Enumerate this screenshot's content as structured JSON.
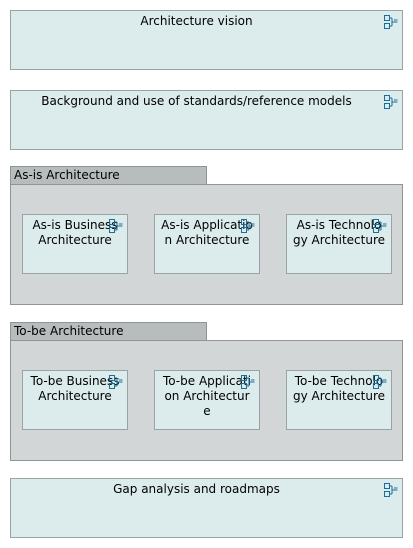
{
  "vision": {
    "label": "Architecture vision"
  },
  "standards": {
    "label": "Background and use of standards/reference models"
  },
  "asis": {
    "title": "As-is Architecture",
    "items": [
      {
        "label": "As-is Business Architecture"
      },
      {
        "label": "As-is Application Architecture"
      },
      {
        "label": "As-is Technology Architecture"
      }
    ]
  },
  "tobe": {
    "title": "To-be Architecture",
    "items": [
      {
        "label": "To-be Business Architecture"
      },
      {
        "label": "To-be Application Architecture"
      },
      {
        "label": "To-be Technology Architecture"
      }
    ]
  },
  "gap": {
    "label": "Gap analysis and roadmaps"
  },
  "icon": "composition-icon",
  "colors": {
    "element_fill": "#dcebeb",
    "group_fill": "#d2d6d7",
    "group_tab": "#b7bcbd",
    "icon": "#1a6e9a"
  }
}
